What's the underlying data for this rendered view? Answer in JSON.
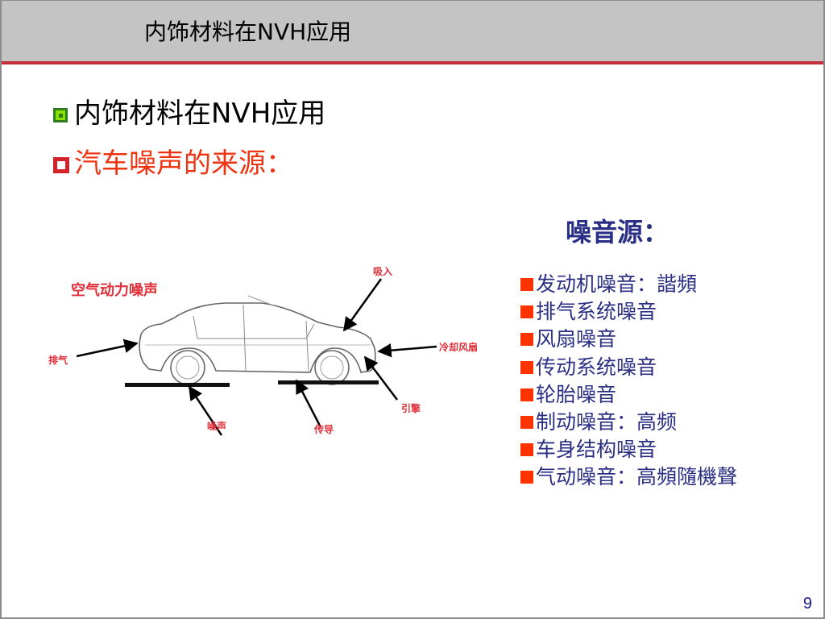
{
  "header": {
    "title": "内饰材料在NVH应用"
  },
  "bullets": [
    {
      "text": "内饰材料在NVH应用",
      "icon": "green-square-bullet-icon",
      "color": "#000000"
    },
    {
      "text": "汽车噪声的来源：",
      "icon": "red-hollow-square-bullet-icon",
      "color": "#ee3311"
    }
  ],
  "noise_sources": {
    "title": "噪音源：",
    "items": [
      "发动机噪音：諧頻",
      "排气系统噪音",
      "风扇噪音",
      "传动系统噪音",
      "轮胎噪音",
      "制动噪音：高频",
      "车身结构噪音",
      "气动噪音：高頻隨機聲"
    ]
  },
  "diagram": {
    "labels": {
      "aero": "空气动力噪声",
      "intake": "吸入",
      "exhaust": "排气",
      "cooling_fan": "冷却风扇",
      "engine": "引擎",
      "noise": "噪声",
      "conduction": "传导"
    }
  },
  "colors": {
    "header_bg": "#c4c4c4",
    "header_line": "#c4303a",
    "accent_red": "#ff3300",
    "list_text": "#2b2f84",
    "diagram_label": "#e0303a"
  },
  "footer": {
    "page_number": "9"
  }
}
